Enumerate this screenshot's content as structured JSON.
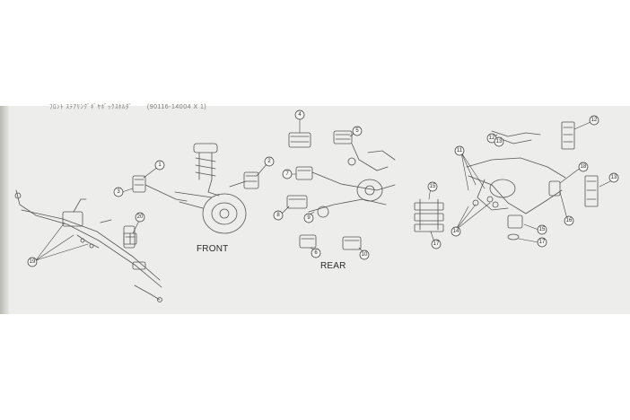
{
  "header": {
    "japanese_text": "ﾌﾛﾝﾄ ｽﾃｱﾘﾝｸﾞｷﾞﾔﾎﾞｯｸｽﾎﾙﾀﾞ",
    "part_number": "(90116-14004 X 1)"
  },
  "labels": {
    "front": "FRONT",
    "rear": "REAR"
  },
  "callouts": [
    "1",
    "2",
    "3",
    "4",
    "5",
    "6",
    "7",
    "8",
    "9",
    "10",
    "11",
    "12",
    "13",
    "14",
    "15",
    "16",
    "17",
    "18",
    "19",
    "20"
  ]
}
